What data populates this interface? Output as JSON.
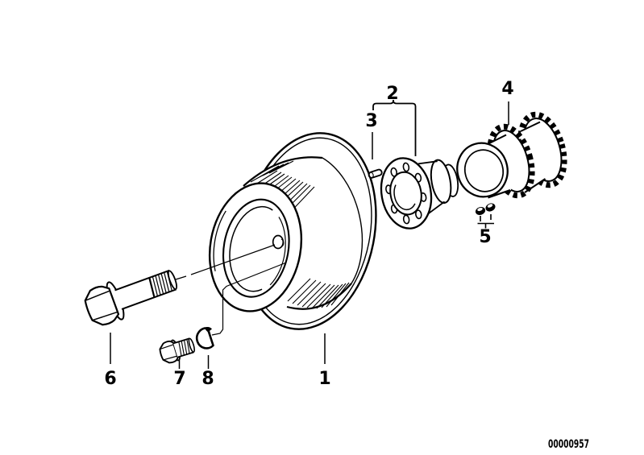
{
  "diagram": {
    "background": "#ffffff",
    "line_color": "#000000",
    "callouts": {
      "part1": "1",
      "part2": "2",
      "part3": "3",
      "part4": "4",
      "part5": "5",
      "part6": "6",
      "part7": "7",
      "part8": "8"
    },
    "document_number": "00000957"
  }
}
